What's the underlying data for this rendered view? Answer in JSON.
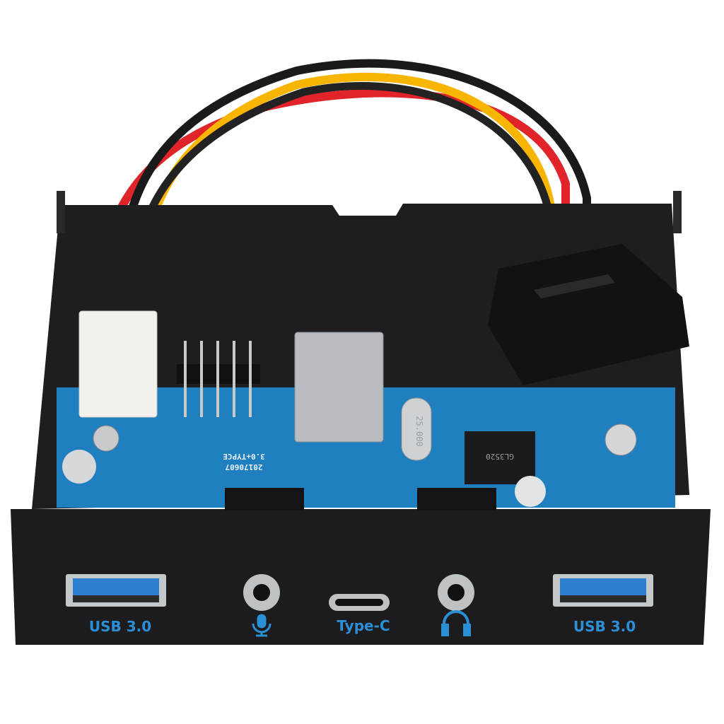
{
  "product": {
    "front_labels": {
      "usb_left": "USB 3.0",
      "type_c": "Type-C",
      "usb_right": "USB 3.0"
    },
    "icons": [
      "microphone-icon",
      "headphones-icon"
    ],
    "pcb": {
      "model_text": "3.0+TYPCE",
      "date_text": "20170607",
      "chip_label": "GL3520",
      "crystal_label": "25.000"
    },
    "colors": {
      "pcb": "#1f7fbf",
      "panel": "#1c1c1e",
      "label_blue": "#2b8fd6",
      "wire_red": "#e0242a",
      "wire_yellow": "#f7b500",
      "wire_black": "#1a1a1a"
    }
  }
}
